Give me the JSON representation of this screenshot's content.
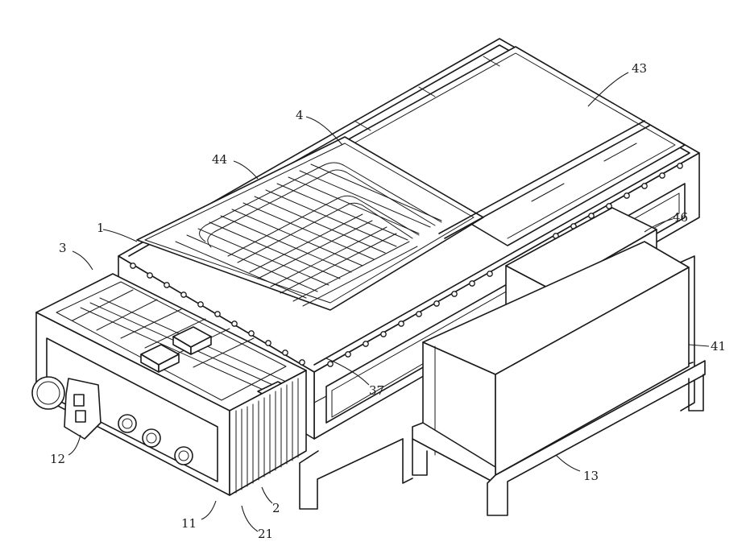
{
  "figure": {
    "labels": {
      "r43": "43",
      "r4": "4",
      "r44": "44",
      "r46": "46",
      "r1": "1",
      "r3": "3",
      "r41": "41",
      "r37": "37",
      "r13": "13",
      "r12": "12",
      "r11": "11",
      "r21": "21",
      "r2": "2"
    }
  }
}
